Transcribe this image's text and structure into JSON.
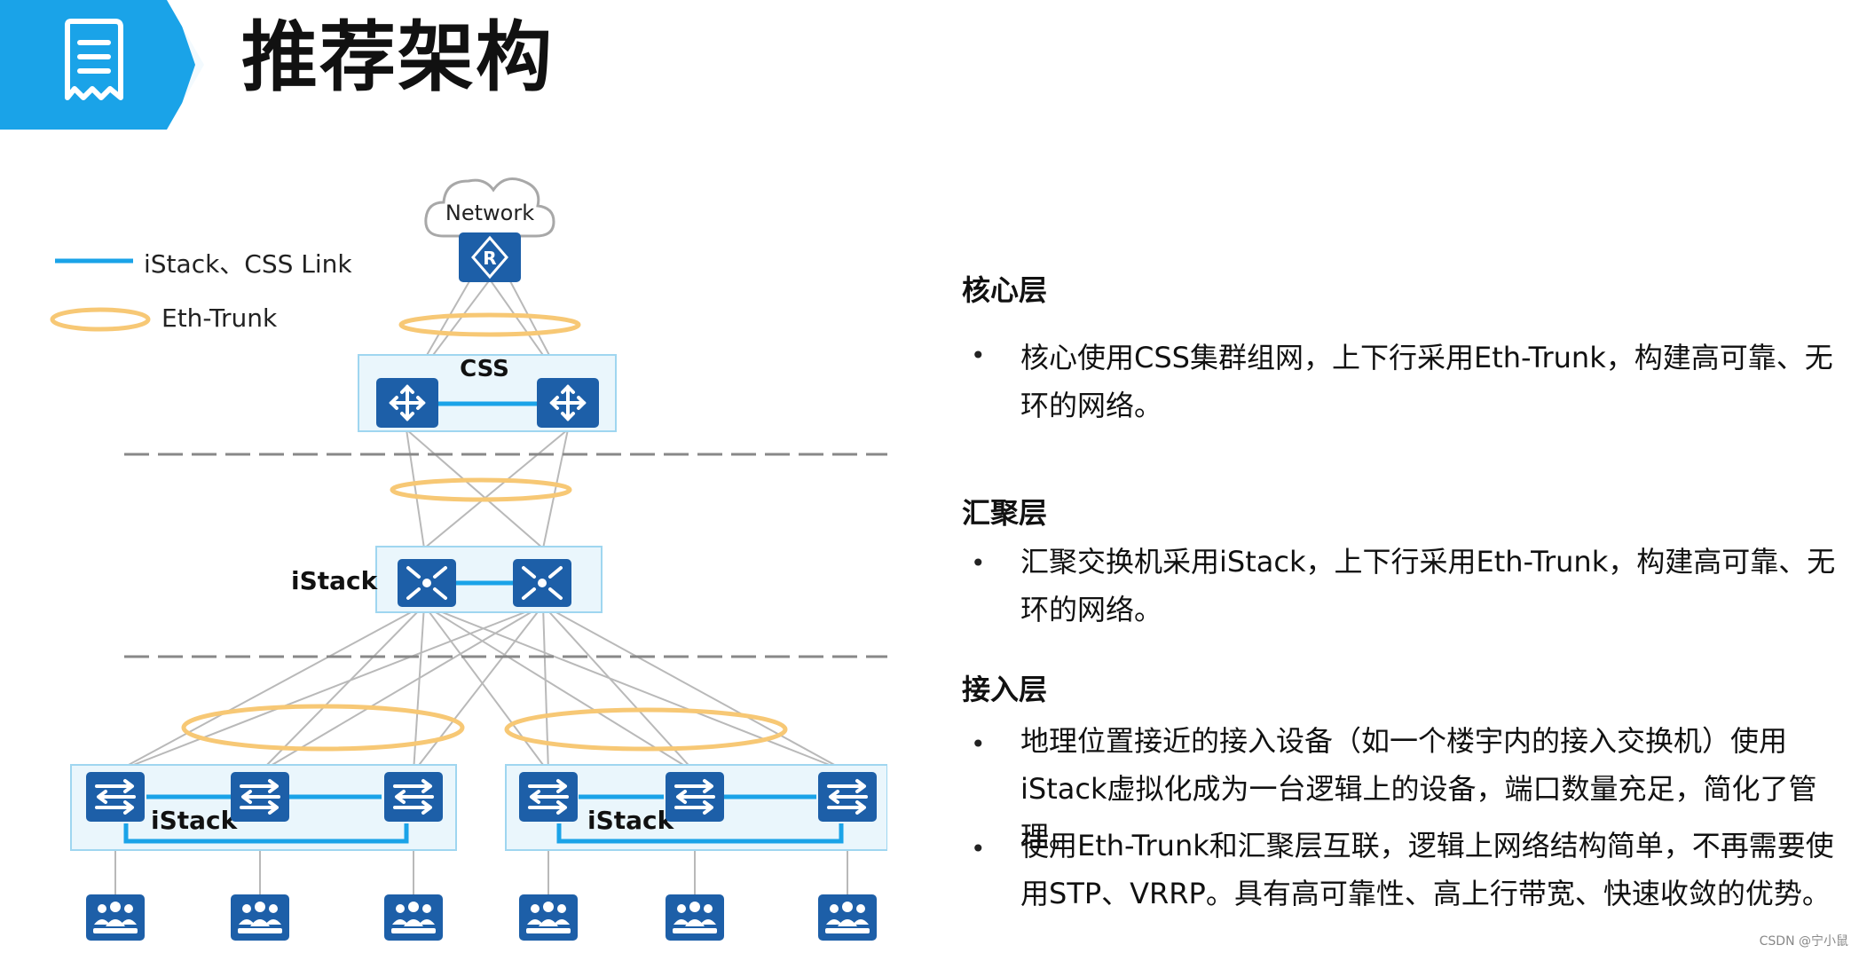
{
  "title": "推荐架构",
  "colors": {
    "accent": "#1aa3e8",
    "device_blue": "#1d5fa8",
    "eth_trunk": "#f7c875",
    "box_border": "#9fd6f0",
    "box_fill": "#eaf6fc"
  },
  "icons": {
    "header": "document-icon",
    "network": "cloud-icon",
    "router": "router-icon",
    "core_switch": "core-switch-icon",
    "aggregation_switch": "aggregation-switch-icon",
    "access_switch": "access-switch-icon",
    "users": "user-group-icon"
  },
  "legend": {
    "stack_link": "iStack、CSS Link",
    "eth_trunk": "Eth-Trunk"
  },
  "diagram": {
    "cloud_label": "Network",
    "core_label": "CSS",
    "agg_label": "iStack",
    "access_left_label": "iStack",
    "access_right_label": "iStack"
  },
  "layers": [
    {
      "heading": "核心层",
      "bullets": [
        "核心使用CSS集群组网，上下行采用Eth-Trunk，构建高可靠、无环的网络。"
      ]
    },
    {
      "heading": "汇聚层",
      "bullets": [
        "汇聚交换机采用iStack，上下行采用Eth-Trunk，构建高可靠、无环的网络。"
      ]
    },
    {
      "heading": "接入层",
      "bullets": [
        "地理位置接近的接入设备（如一个楼宇内的接入交换机）使用iStack虚拟化成为一台逻辑上的设备，端口数量充足，简化了管理。",
        "使用Eth-Trunk和汇聚层互联，逻辑上网络结构简单，不再需要使用STP、VRRP。具有高可靠性、高上行带宽、快速收敛的优势。"
      ]
    }
  ],
  "watermark": "CSDN @宁小鼠"
}
